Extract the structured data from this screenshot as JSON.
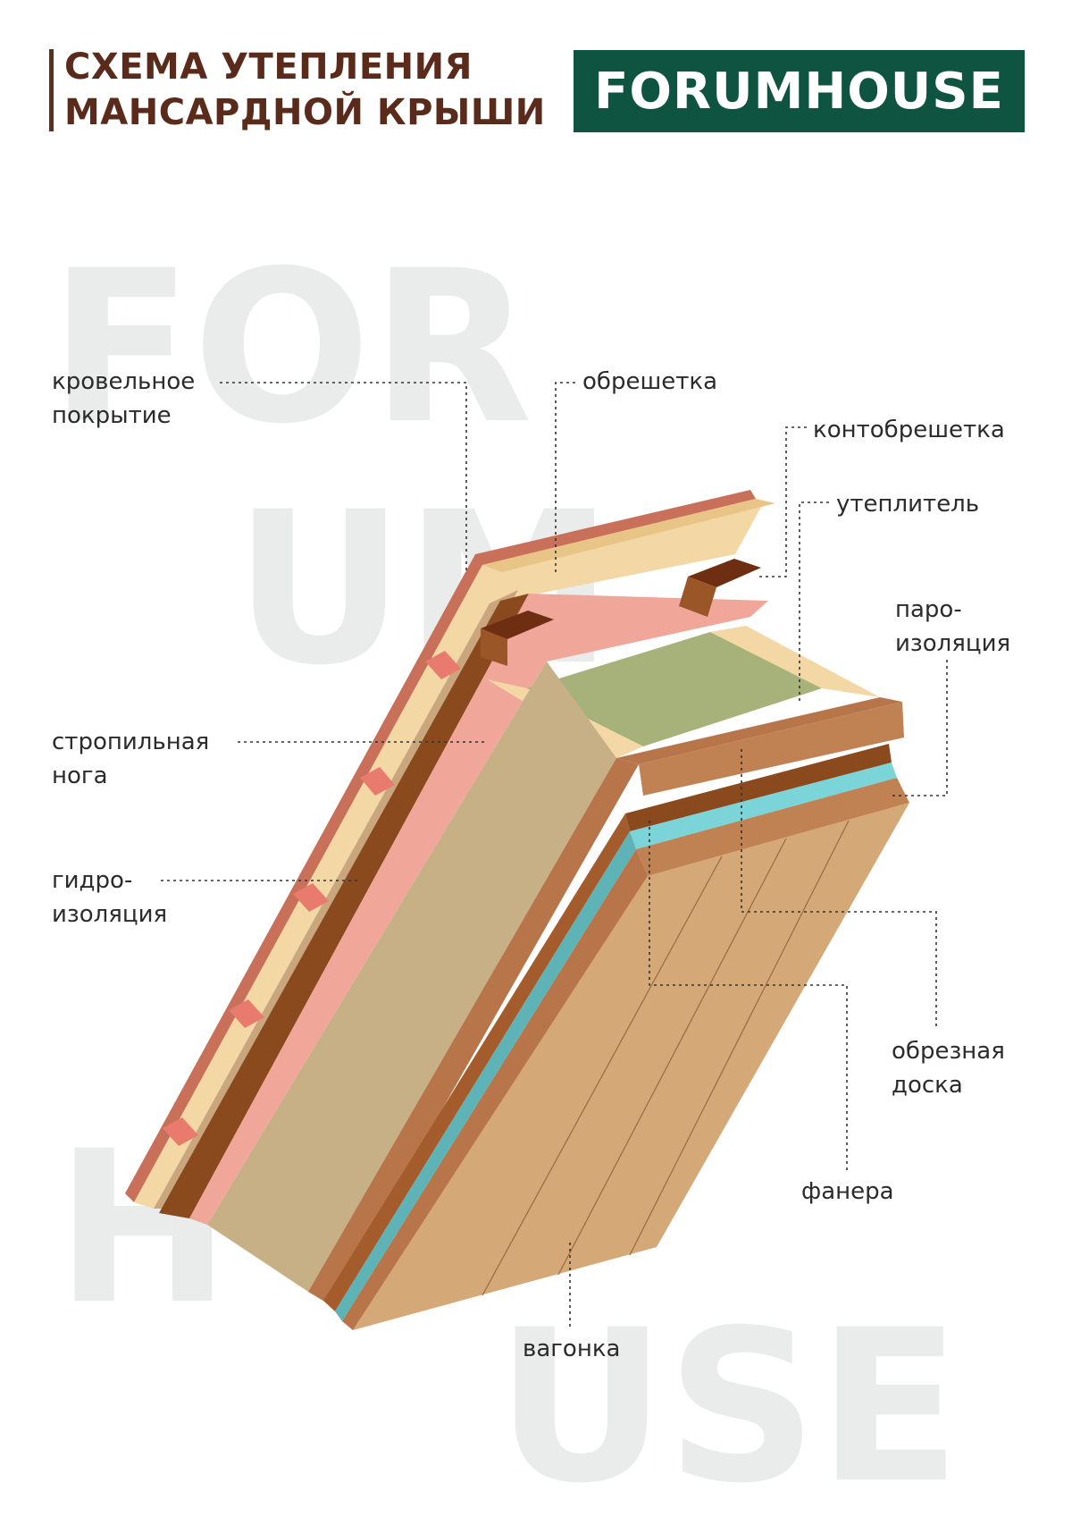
{
  "header": {
    "title_lines": [
      "СХЕМА УТЕПЛЕНИЯ",
      "МАНСАРДНОЙ КРЫШИ"
    ],
    "brand_logo": "FORUMHOUSE"
  },
  "watermark": {
    "lines": [
      "FOR",
      "UM",
      "H",
      "USE"
    ],
    "color": "#e9ecea"
  },
  "labels": {
    "roofing": [
      "кровельное",
      "покрытие"
    ],
    "battens": "обрешетка",
    "counter_battens": "контобрешетка",
    "insulation": "утеплитель",
    "vapor_barrier": [
      "паро-",
      "изоляция"
    ],
    "rafter": [
      "стропильная",
      "нога"
    ],
    "waterproofing": [
      "гидро-",
      "изоляция"
    ],
    "edged_board": [
      "обрезная",
      "доска"
    ],
    "plywood": "фанера",
    "lining": "вагонка"
  },
  "colors": {
    "brand_green": "#0f5440",
    "title_brown": "#5a2a1a",
    "roofing": "#c8705a",
    "osb": "#f3d7a4",
    "counter_batten": "#8a4a1e",
    "membrane": "#f0a79a",
    "insulation": "#a7b27a",
    "rafter": "#c8b086",
    "vapor_barrier": "#7bd5d8",
    "lining": "#d5a878"
  }
}
